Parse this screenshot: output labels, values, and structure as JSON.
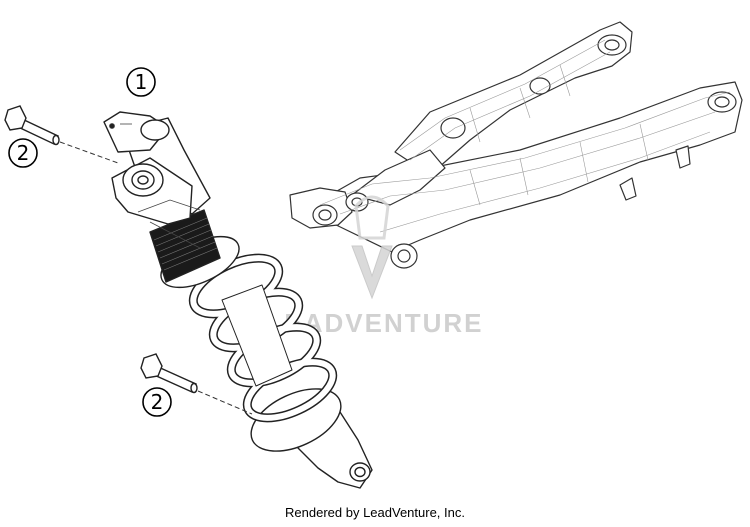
{
  "callouts": {
    "shock_absorber": "1",
    "upper_bolt": "2",
    "lower_bolt": "2"
  },
  "watermark": {
    "brand": "LEADVENTURE"
  },
  "footer": {
    "credit": "Rendered by LeadVenture, Inc."
  }
}
